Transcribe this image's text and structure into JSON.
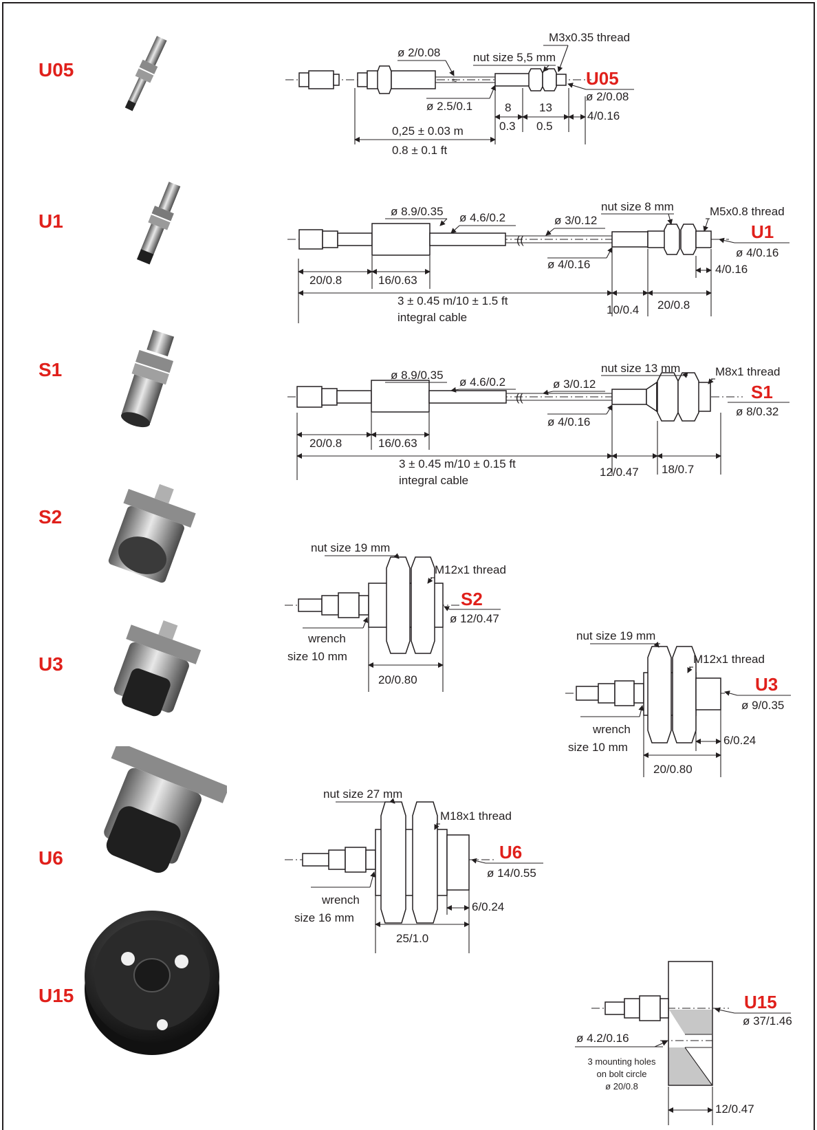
{
  "models": [
    {
      "code": "U05"
    },
    {
      "code": "U1"
    },
    {
      "code": "S1"
    },
    {
      "code": "S2"
    },
    {
      "code": "U3"
    },
    {
      "code": "U6"
    },
    {
      "code": "U15"
    }
  ],
  "drawings": {
    "u05": {
      "code": "U05",
      "thread": "M3x0.35 thread",
      "nut": "nut size 5,5 mm",
      "dia_cable": "ø 2/0.08",
      "dia_body": "ø 2.5/0.1",
      "dia_tip": "ø 2/0.08",
      "dim_a_top": "8",
      "dim_a_bot": "0.3",
      "dim_b_top": "13",
      "dim_b_bot": "0.5",
      "dim_tip": "4/0.16",
      "len_m": "0,25 ± 0.03 m",
      "len_ft": "0.8 ± 0.1 ft"
    },
    "u1": {
      "code": "U1",
      "dia_big": "ø 8.9/0.35",
      "dia_cable": "ø 4.6/0.2",
      "dia_thin": "ø 3/0.12",
      "nut": "nut size 8 mm",
      "thread": "M5x0.8 thread",
      "dia_tip": "ø 4/0.16",
      "dia_neck": "ø 4/0.16",
      "dim_tip": "4/0.16",
      "dim_a": "20/0.8",
      "dim_b": "16/0.63",
      "dim_c": "10/0.4",
      "dim_d": "20/0.8",
      "len": "3 ± 0.45 m/10 ± 1.5 ft",
      "len_note": "integral cable"
    },
    "s1": {
      "code": "S1",
      "dia_big": "ø 8.9/0.35",
      "dia_cable": "ø 4.6/0.2",
      "dia_thin": "ø 3/0.12",
      "nut": "nut size 13 mm",
      "thread": "M8x1 thread",
      "dia_tip": "ø 8/0.32",
      "dia_neck": "ø 4/0.16",
      "dim_a": "20/0.8",
      "dim_b": "16/0.63",
      "dim_c": "12/0.47",
      "dim_d": "18/0.7",
      "len": "3 ± 0.45 m/10 ± 0.15 ft",
      "len_note": "integral cable"
    },
    "s2": {
      "code": "S2",
      "nut": "nut size 19 mm",
      "thread": "M12x1 thread",
      "dia_tip": "ø 12/0.47",
      "wrench_1": "wrench",
      "wrench_2": "size 10 mm",
      "dim_a": "20/0.80"
    },
    "u3": {
      "code": "U3",
      "nut": "nut size 19 mm",
      "thread": "M12x1 thread",
      "dia_tip": "ø 9/0.35",
      "wrench_1": "wrench",
      "wrench_2": "size 10 mm",
      "dim_tip": "6/0.24",
      "dim_a": "20/0.80"
    },
    "u6": {
      "code": "U6",
      "nut": "nut size 27 mm",
      "thread": "M18x1 thread",
      "dia_tip": "ø 14/0.55",
      "wrench_1": "wrench",
      "wrench_2": "size 16 mm",
      "dim_tip": "6/0.24",
      "dim_a": "25/1.0"
    },
    "u15": {
      "code": "U15",
      "dia_tip": "ø 37/1.46",
      "hole_dia": "ø 4.2/0.16",
      "holes_1": "3 mounting holes",
      "holes_2": "on bolt circle",
      "holes_3": "ø 20/0.8",
      "dim_a": "12/0.47"
    }
  }
}
